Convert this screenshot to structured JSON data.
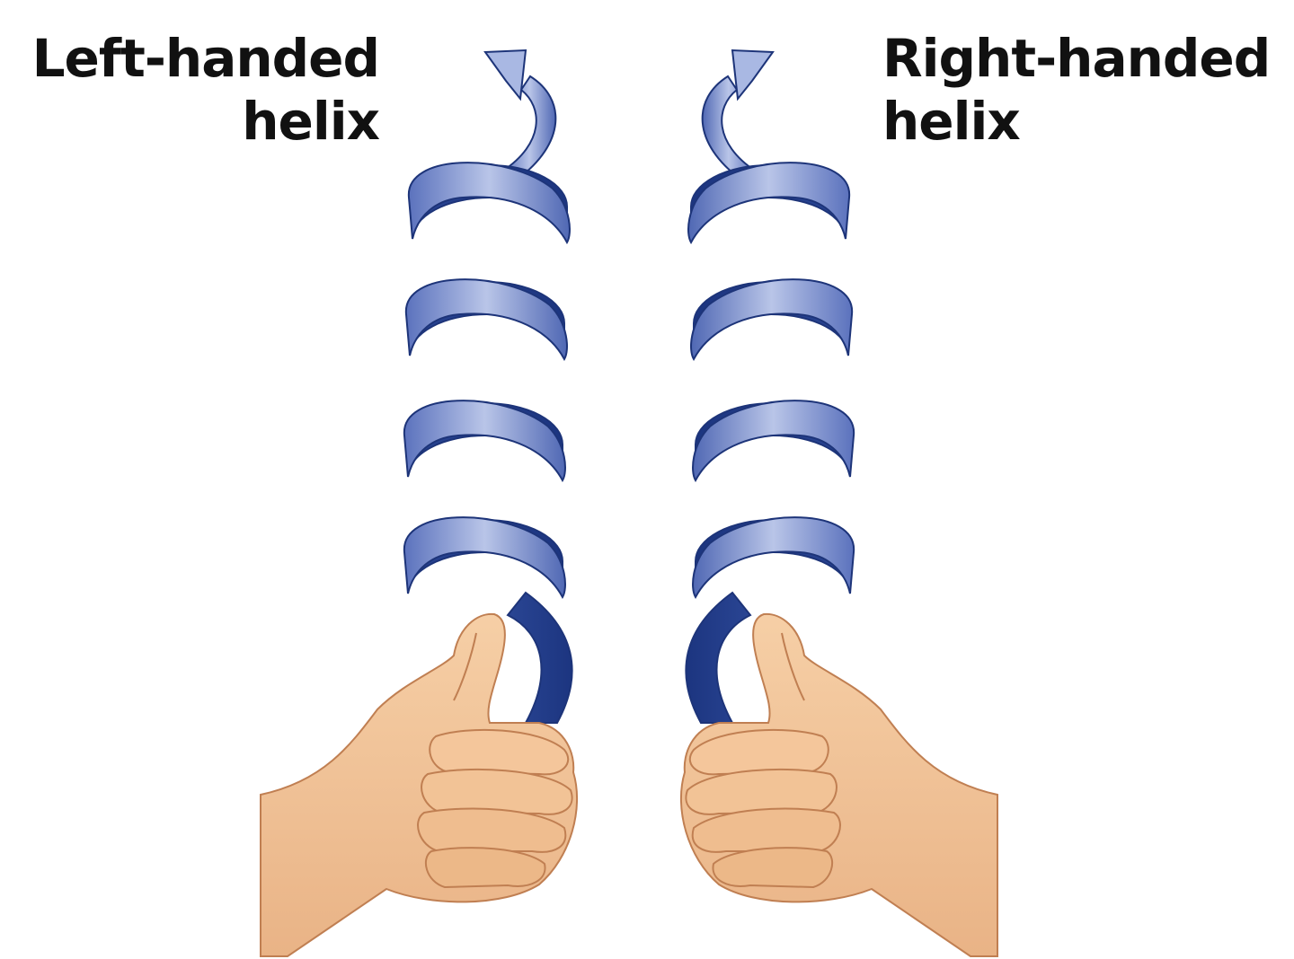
{
  "labels": {
    "left": {
      "line1": "Left-handed",
      "line2": "helix"
    },
    "right": {
      "line1": "Right-handed",
      "line2": "helix"
    }
  },
  "colors": {
    "helix_front_light": "#b7c3e6",
    "helix_front_mid": "#6e85c8",
    "helix_dark": "#223f8e",
    "helix_outline": "#1d3479",
    "skin": "#f2c69a",
    "skin_shadow": "#d89c6e",
    "skin_outline": "#c07f52"
  },
  "icons": {
    "left_hand": "thumbs-up-left-hand-icon",
    "right_hand": "thumbs-up-right-hand-icon",
    "arrow": "curved-arrow-up-icon"
  }
}
